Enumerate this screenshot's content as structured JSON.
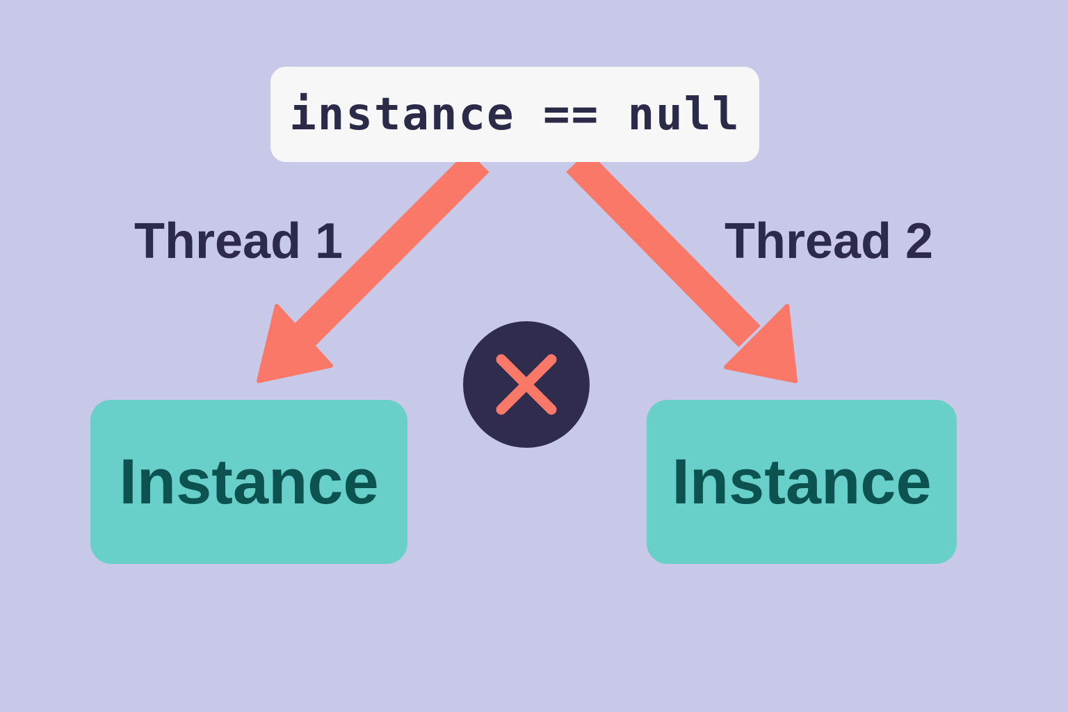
{
  "diagram": {
    "condition": "instance == null",
    "threads": [
      {
        "label": "Thread 1"
      },
      {
        "label": "Thread 2"
      }
    ],
    "results": [
      {
        "label": "Instance"
      },
      {
        "label": "Instance"
      }
    ],
    "conflict_icon": "close-icon"
  },
  "colors": {
    "background": "#c8c8e8",
    "arrow": "#fa7868",
    "instance_fill": "#68d0c8",
    "instance_text": "#0b5250",
    "badge": "#2f2c4e",
    "text": "#2d2b4b"
  }
}
